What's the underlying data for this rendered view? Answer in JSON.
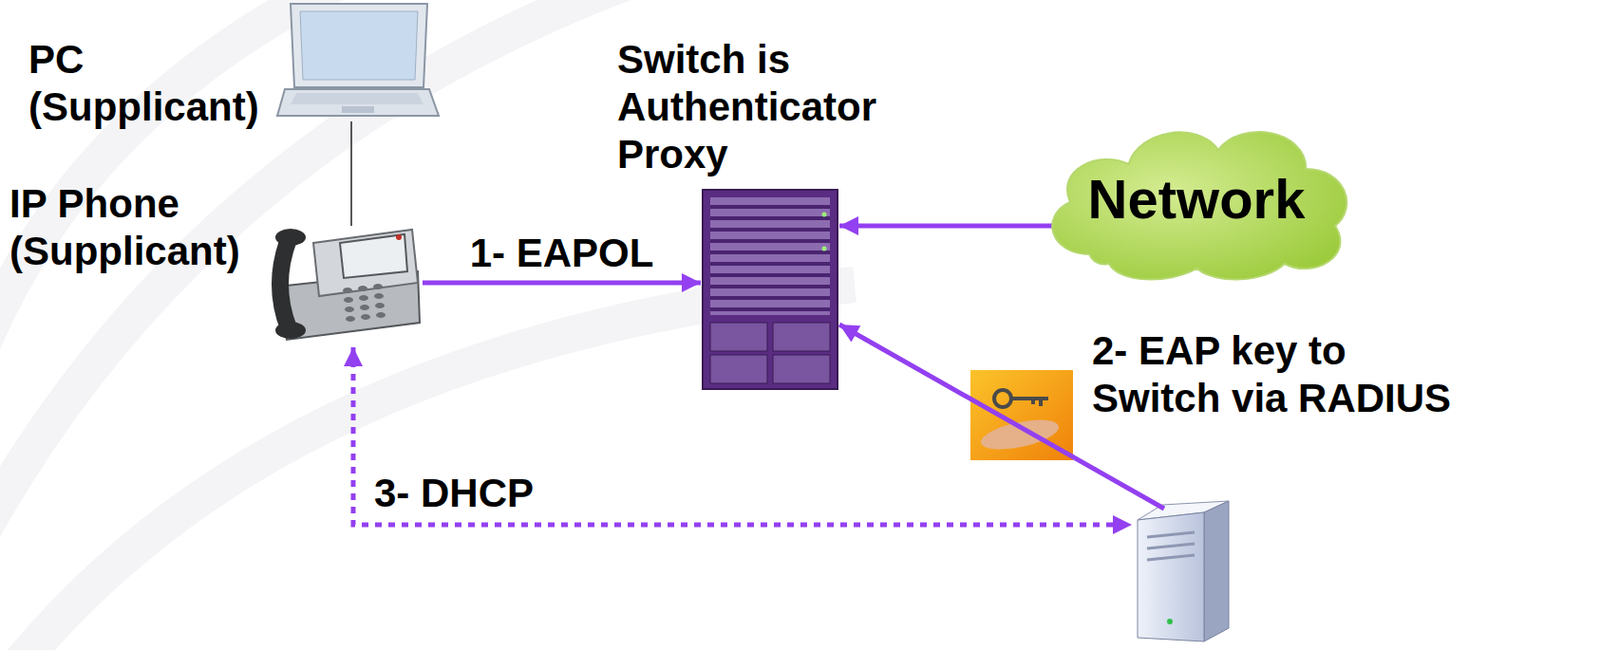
{
  "diagram": {
    "nodes": [
      {
        "text": [
          "PC (Supplicant)"
        ]
      },
      {
        "text": [
          "IP Phone (Supplicant)"
        ]
      },
      {
        "text": [
          "Switch is Authenticator Proxy"
        ]
      },
      {
        "text": [
          "Network"
        ]
      },
      {
        "text": []
      }
    ],
    "edges": [
      {
        "from": 0,
        "to": 1,
        "arrow": "none"
      },
      {
        "from": 1,
        "to": 2,
        "arrow": "to",
        "label": "1- EAPOL"
      },
      {
        "from": 3,
        "to": 2,
        "arrow": "to"
      },
      {
        "from": 4,
        "to": 2,
        "arrow": "to",
        "label": "2- EAP key to Switch via RADIUS"
      },
      {
        "from": 1,
        "to": 4,
        "arrow": "both",
        "label": "3- DHCP"
      }
    ]
  }
}
